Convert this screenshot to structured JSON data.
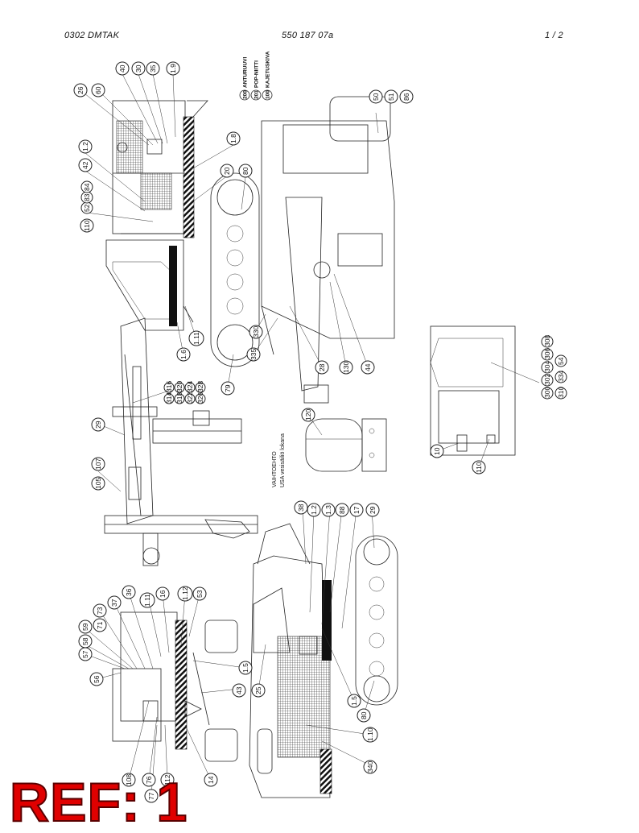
{
  "header": {
    "doc_code": "0302  DMTAK",
    "part_number": "550 187 07a",
    "page": "1 /  2"
  },
  "legend": [
    {
      "code": "200",
      "text": "ANTURUUVI"
    },
    {
      "code": "201",
      "text": "POP-NIITTI"
    },
    {
      "code": "100",
      "text": "KAJETUSKIVA"
    }
  ],
  "note": {
    "line1": "VAIHTOEHTO",
    "line2": "USA vesisäiliö lokana"
  },
  "callouts": {
    "c26": "26",
    "c60": "60",
    "c40": "40",
    "c30": "30",
    "c35": "35",
    "c19": "1.9",
    "c12a": "1.2",
    "c42": "42",
    "c18": "1.8",
    "c20": "20",
    "c80a": "80",
    "c110a": "110",
    "c52": "52",
    "c83": "83",
    "c84": "84",
    "c50": "50",
    "c51": "51",
    "c86": "86",
    "c111": "1.11",
    "c16": "1.6",
    "c29a": "29",
    "c105": "105",
    "c107": "107",
    "c79": "79",
    "c330": "330",
    "c335": "335",
    "c28": "28",
    "c130": "130",
    "c44": "44",
    "c120": "120",
    "c10": "10",
    "c110b": "110",
    "c300": "300",
    "c302": "302",
    "c304": "304",
    "c306": "306",
    "c308": "308",
    "c310": "310",
    "c334": "334",
    "c54": "54",
    "c314": "314",
    "c316": "316",
    "c318": "318",
    "c320": "320",
    "c322": "322",
    "c324": "324",
    "c326": "326",
    "c328": "328",
    "c38": "38",
    "c12b": "1.2",
    "c13": "1.3",
    "c88": "88",
    "c17": "17",
    "c29b": "29",
    "c36": "36",
    "c37": "37",
    "c73": "73",
    "c71": "71",
    "c59": "59",
    "c58": "58",
    "c57": "57",
    "c56": "56",
    "c111b": "1.11",
    "c16b": "16",
    "c112a": "1.12",
    "c53": "53",
    "c15a": "1.5",
    "c43": "43",
    "c25": "25",
    "c15b": "1.5",
    "c80b": "80",
    "c110c": "1.10",
    "c340": "340",
    "c108": "108",
    "c76": "76",
    "c77": "77",
    "c112": "112",
    "c14": "14"
  },
  "stamp": "REF: 1",
  "colors": {
    "stamp": "#e00000",
    "line": "#222222"
  }
}
